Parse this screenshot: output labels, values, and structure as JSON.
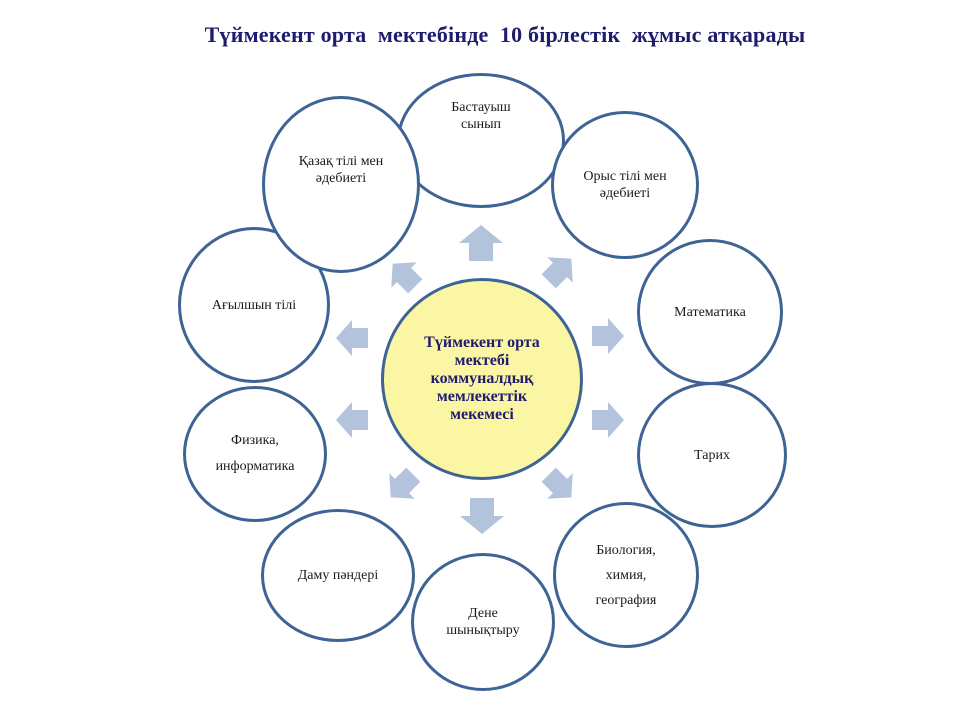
{
  "title": "Түймекент орта  мектебінде  10 бірлестік  жұмыс атқарады",
  "center_label": "Түймекент орта\nмектебі\nкоммуналдық\nмемлекеттік\nмекемесі",
  "units": [
    {
      "id": "bastauysh",
      "label": "Бастауыш\nсынып"
    },
    {
      "id": "orys",
      "label": "Орыс тілі  мен\nәдебиеті"
    },
    {
      "id": "matematika",
      "label": "Математика"
    },
    {
      "id": "tarikh",
      "label": "Тарих"
    },
    {
      "id": "biologiya",
      "label": "Биология,\nхимия,\nгеография"
    },
    {
      "id": "dene",
      "label": "Дене\nшынықтыру"
    },
    {
      "id": "damu",
      "label": "Даму пәндері"
    },
    {
      "id": "fizika",
      "label": "Физика,\nинформатика"
    },
    {
      "id": "agylshyn",
      "label": "Ағылшын тілі"
    },
    {
      "id": "kazak",
      "label": "Қазақ тілі  мен\nәдебиеті"
    }
  ],
  "colors": {
    "title": "#1f1c6e",
    "circle_border": "#3d6494",
    "center_fill": "#fbf6a4",
    "arrow_fill": "#b3c3dc"
  }
}
